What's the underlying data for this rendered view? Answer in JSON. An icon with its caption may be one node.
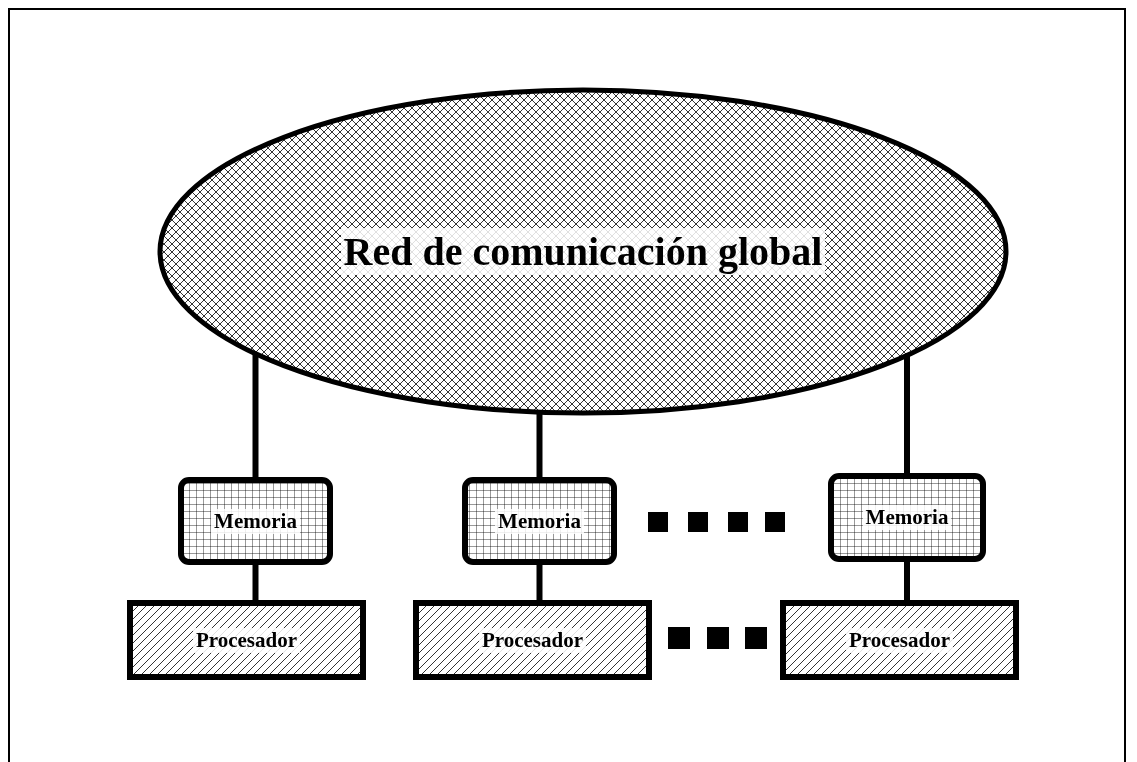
{
  "diagram": {
    "nodes": [
      {
        "text": [
          "Red de comunicación global"
        ]
      },
      {
        "text": [
          "Memoria"
        ]
      },
      {
        "text": [
          "Memoria"
        ]
      },
      {
        "text": [
          "Memoria"
        ]
      },
      {
        "text": [
          "Procesador"
        ]
      },
      {
        "text": [
          "Procesador"
        ]
      },
      {
        "text": [
          "Procesador"
        ]
      }
    ],
    "edges": [
      {
        "from": 0,
        "to": 1,
        "arrow": "none"
      },
      {
        "from": 0,
        "to": 2,
        "arrow": "none"
      },
      {
        "from": 0,
        "to": 3,
        "arrow": "none"
      },
      {
        "from": 1,
        "to": 4,
        "arrow": "none"
      },
      {
        "from": 2,
        "to": 5,
        "arrow": "none"
      },
      {
        "from": 3,
        "to": 6,
        "arrow": "none"
      }
    ]
  }
}
